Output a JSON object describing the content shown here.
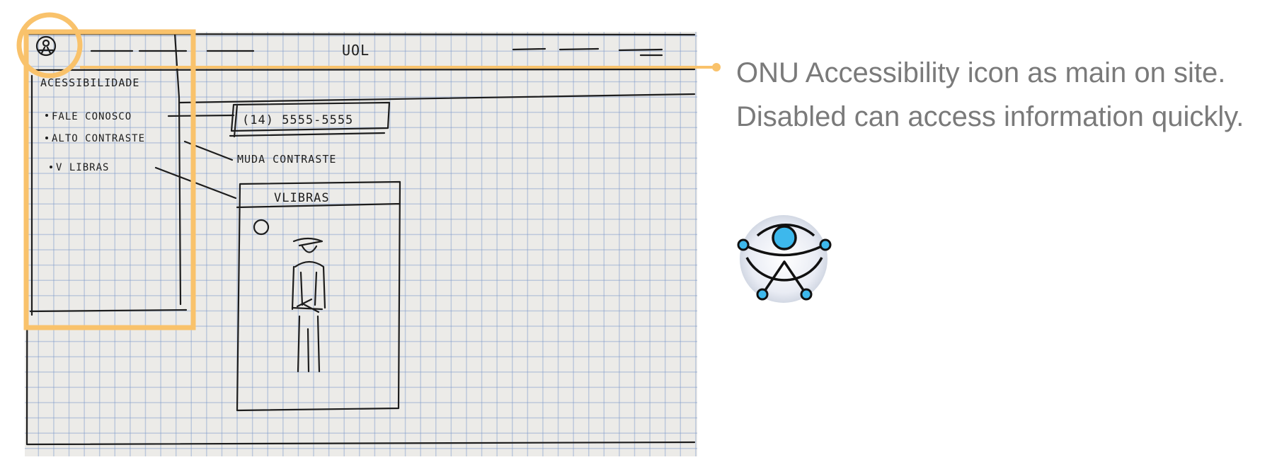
{
  "sketch": {
    "header_title": "UOL",
    "menu_title": "ACESSIBILIDADE",
    "menu_items": [
      "FALE CONOSCO",
      "ALTO CONTRASTE",
      "V LIBRAS"
    ],
    "phone": "(14) 5555-5555",
    "contrast_note": "MUDA CONTRASTE",
    "libras_panel_title": "VLIBRAS"
  },
  "annotation": {
    "text": "ONU Accessibility icon as main on site. Disabled can access information quickly."
  },
  "icons": {
    "accessibility": "onu-accessibility-icon"
  },
  "colors": {
    "highlight": "#f9c26b",
    "annotation_text": "#7a7a7a",
    "icon_blue": "#3db8ec",
    "icon_outline": "#111111"
  }
}
